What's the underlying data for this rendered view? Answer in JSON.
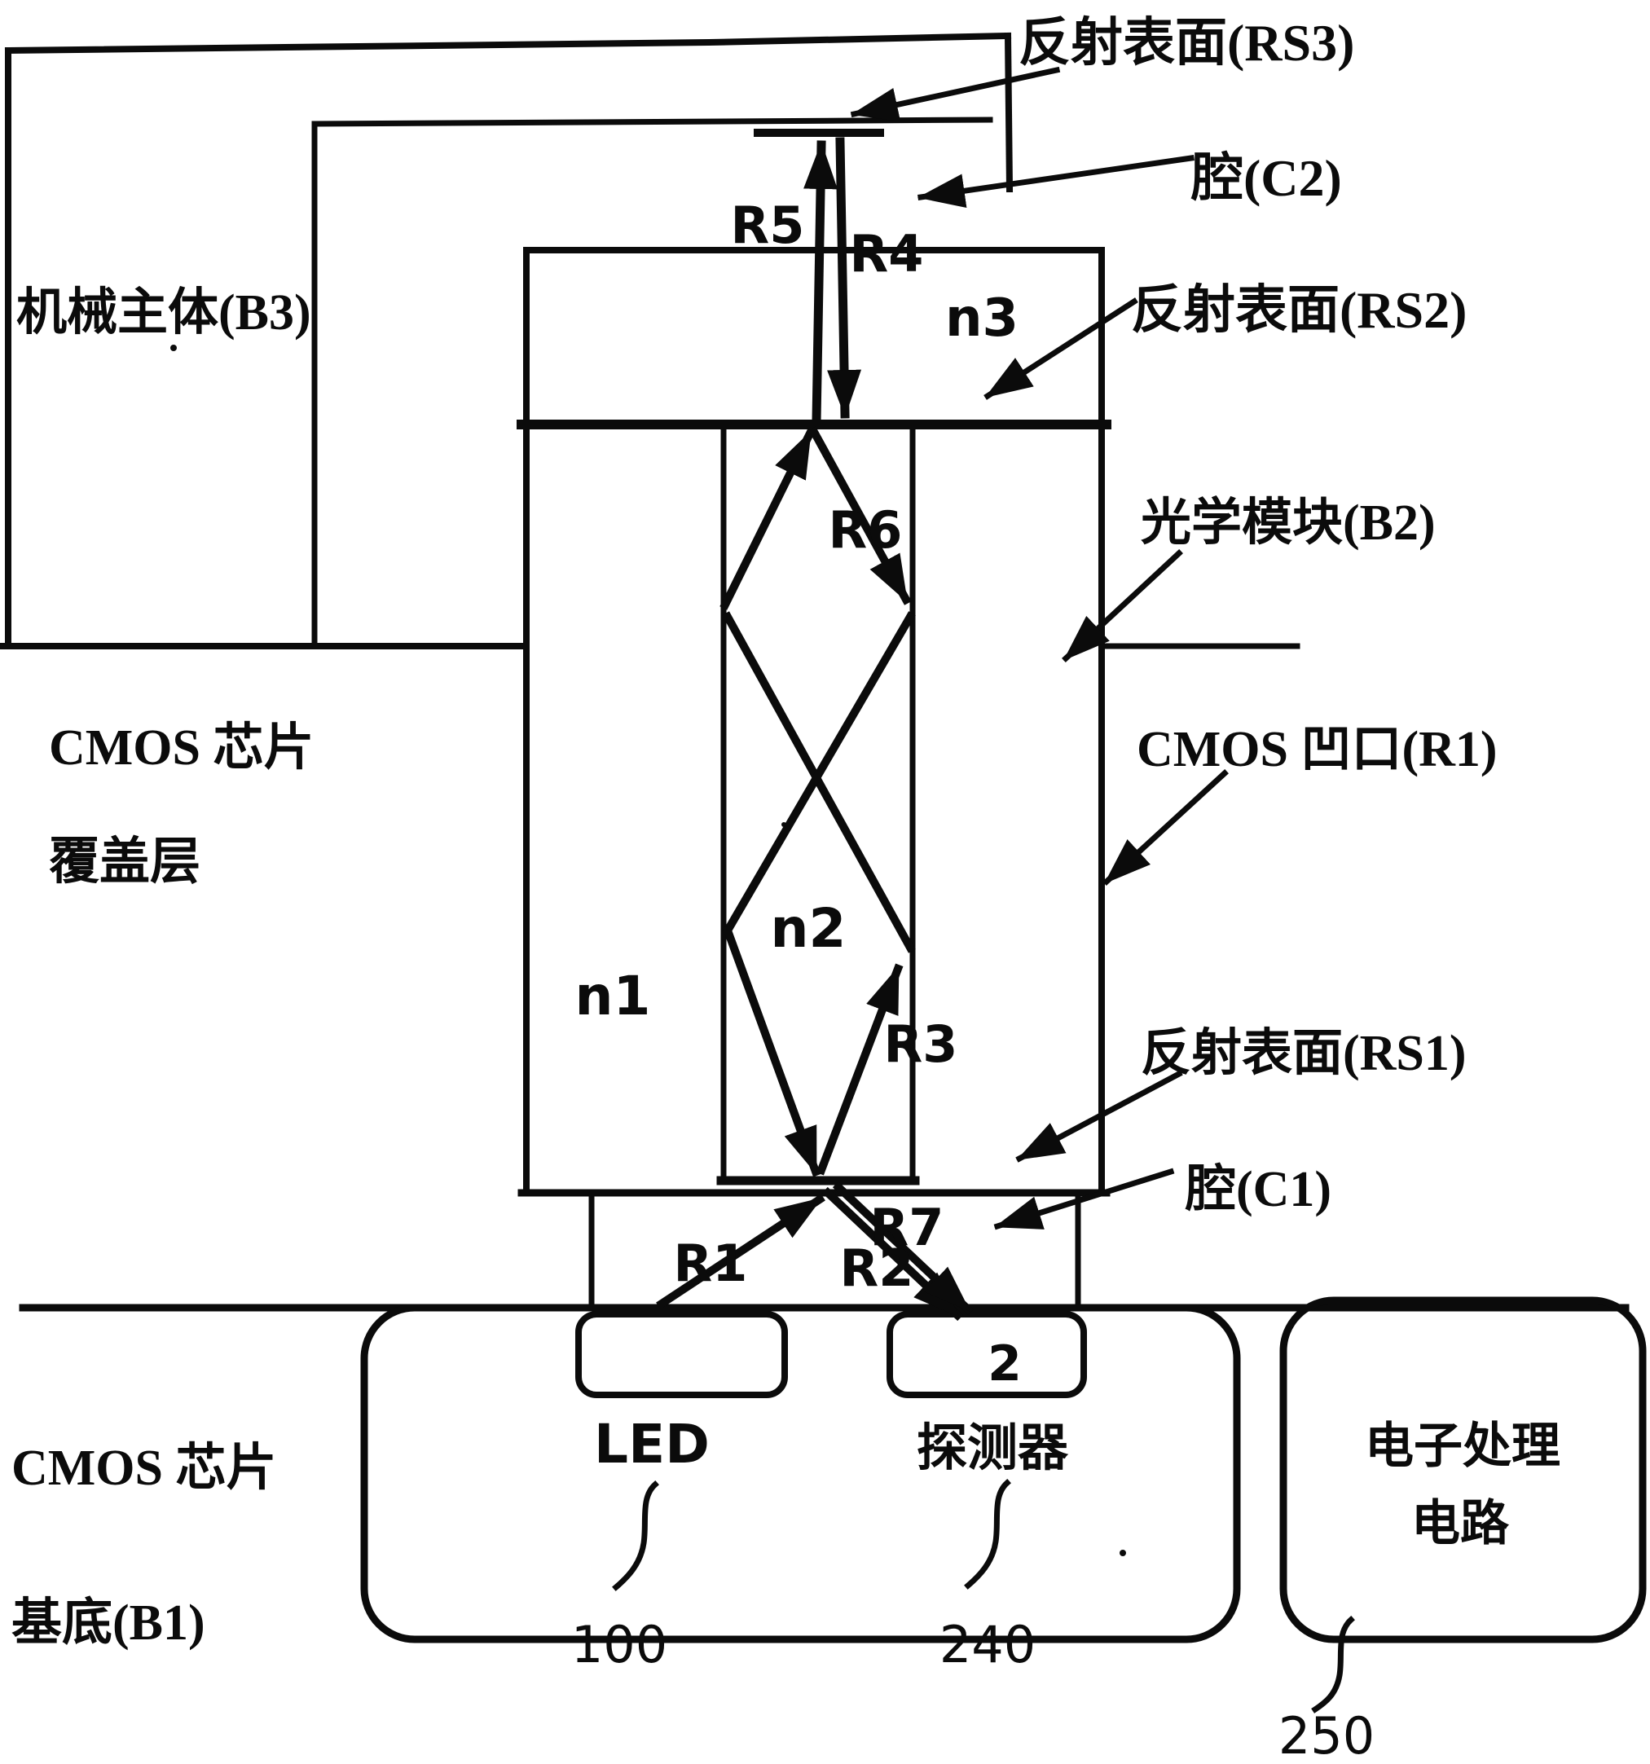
{
  "colors": {
    "background": "#ffffff",
    "ink": "#0b0b0b"
  },
  "labels": {
    "reflective_surface_rs3": "反射表面(RS3)",
    "cavity_c2": "腔(C2)",
    "reflective_surface_rs2": "反射表面(RS2)",
    "mechanical_body_b3": "机械主体(B3)",
    "optical_module_b2": "光学模块(B2)",
    "cmos_recess_r1": "CMOS 凹口(R1)",
    "chip_cover_line1": "CMOS 芯片",
    "chip_cover_line2": "覆盖层",
    "reflective_surface_rs1": "反射表面(RS1)",
    "cavity_c1": "腔(C1)",
    "chip_substrate_line1": "CMOS 芯片",
    "chip_substrate_line2": "基底(B1)",
    "led": "LED",
    "detector": "探测器",
    "detector_mark": "2",
    "processing_line1": "电子处理",
    "processing_line2": "电路"
  },
  "refractive_media": {
    "n1": "n1",
    "n2": "n2",
    "n3": "n3"
  },
  "rays": {
    "r1": "R1",
    "r2": "R2",
    "r3": "R3",
    "r4": "R4",
    "r5": "R5",
    "r6": "R6",
    "r7": "R7"
  },
  "reference_numerals": {
    "led": "100",
    "detector": "240",
    "processing_circuit": "250"
  }
}
